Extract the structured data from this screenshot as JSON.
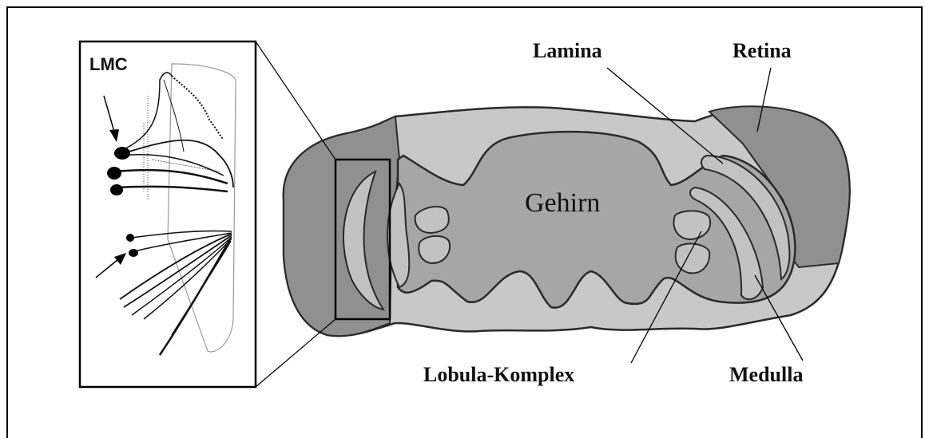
{
  "labels": {
    "lmc": "LMC",
    "lamina": "Lamina",
    "retina": "Retina",
    "gehirn": "Gehirn",
    "lobula": "Lobula-Komplex",
    "medulla": "Medulla"
  },
  "colors": {
    "background": "#ffffff",
    "frame": "#000000",
    "retina_fill": "#909090",
    "brain_fill": "#a6a6a6",
    "outer_fill": "#c8c8c8",
    "neuropil_fill": "#c2c2c2",
    "outline": "#2a2a2a"
  }
}
